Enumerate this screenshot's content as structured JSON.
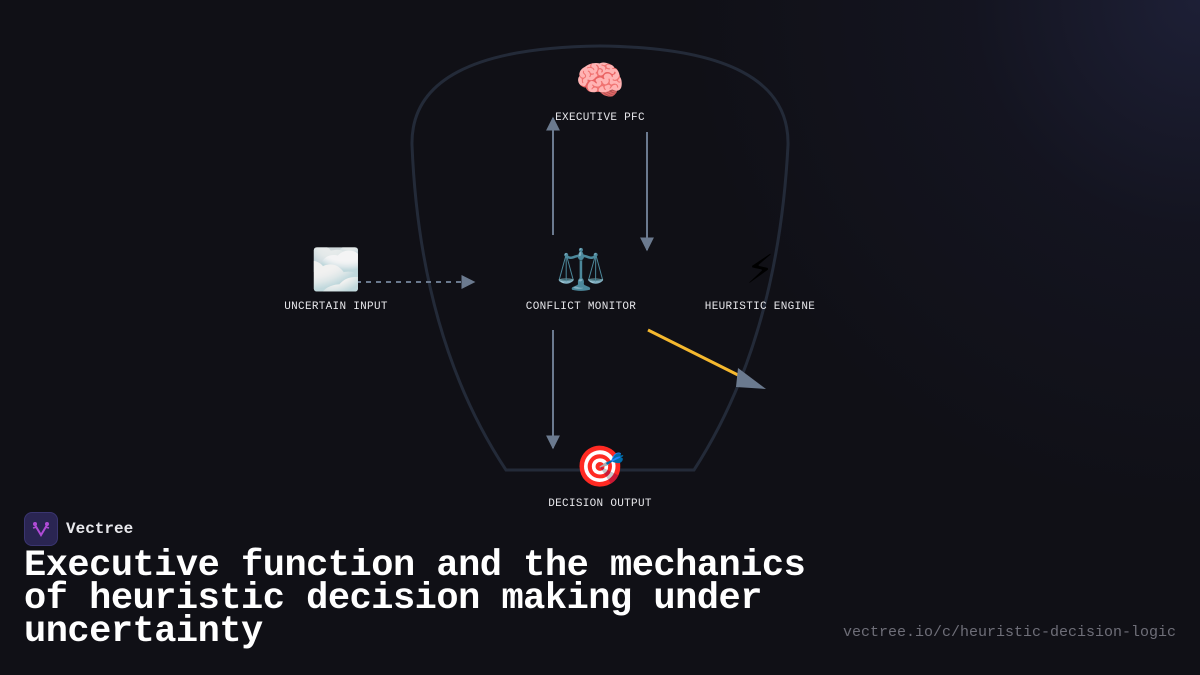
{
  "colors": {
    "background": "#101016",
    "boundary": "#232a38",
    "arrow": "#6b7a8f",
    "highlight_arrow": "#f5b82e",
    "label": "#e6e6ea",
    "brand_logo_bg": "#2a2552",
    "brand_logo_accent": "#b04bd6",
    "url": "#6e6e78"
  },
  "diagram": {
    "nodes": [
      {
        "id": "executive-pfc",
        "icon": "🧠",
        "icon_name": "brain-icon",
        "label": "EXECUTIVE PFC"
      },
      {
        "id": "uncertain-input",
        "icon": "🌫️",
        "icon_name": "fog-icon",
        "label": "UNCERTAIN INPUT"
      },
      {
        "id": "conflict-monitor",
        "icon": "⚖️",
        "icon_name": "balance-scale-icon",
        "label": "CONFLICT MONITOR"
      },
      {
        "id": "heuristic-engine",
        "icon": "⚡",
        "icon_name": "lightning-icon",
        "label": "HEURISTIC ENGINE"
      },
      {
        "id": "decision-output",
        "icon": "🎯",
        "icon_name": "target-icon",
        "label": "DECISION OUTPUT"
      }
    ],
    "edges": [
      {
        "from": "uncertain-input",
        "to": "conflict-monitor",
        "style": "dashed"
      },
      {
        "from": "conflict-monitor",
        "to": "executive-pfc",
        "style": "solid"
      },
      {
        "from": "executive-pfc",
        "to": "conflict-monitor",
        "style": "solid"
      },
      {
        "from": "conflict-monitor",
        "to": "decision-output",
        "style": "solid"
      },
      {
        "from": "conflict-monitor",
        "to": "heuristic-engine",
        "style": "highlight"
      }
    ]
  },
  "brand": {
    "name": "Vectree"
  },
  "title": "Executive function and the mechanics of heuristic decision making under uncertainty",
  "url": "vectree.io/c/heuristic-decision-logic"
}
